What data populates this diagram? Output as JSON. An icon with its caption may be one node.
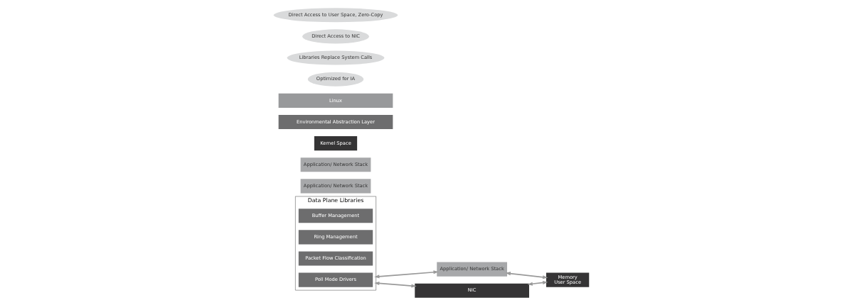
{
  "diagram": {
    "nodes": [
      {
        "text": [
          "Data Plane Libraries"
        ]
      },
      {
        "text": [
          "Buffer Management"
        ],
        "in": 0
      },
      {
        "text": [
          "Ring Management"
        ],
        "in": 0
      },
      {
        "text": [
          "Packet Flow Classification"
        ],
        "in": 0
      },
      {
        "text": [
          "Poll Mode Drivers"
        ],
        "in": 0
      },
      {
        "text": [
          "Application/ Network Stack"
        ]
      },
      {
        "text": [
          "Application/ Network Stack"
        ]
      },
      {
        "text": [
          "Application/ Network Stack"
        ]
      },
      {
        "text": [
          "Memory",
          "User Space"
        ]
      },
      {
        "text": [
          "Kernel Space"
        ]
      },
      {
        "text": [
          "Environmental Abstraction Layer"
        ]
      },
      {
        "text": [
          "Linux"
        ]
      },
      {
        "text": [
          "NIC"
        ]
      },
      {
        "text": [
          "Optimized for IA"
        ]
      },
      {
        "text": [
          "Libraries Replace System Calls"
        ]
      },
      {
        "text": [
          "Direct Access to NIC"
        ]
      },
      {
        "text": [
          "Direct Access to User Space, Zero-Copy"
        ]
      }
    ],
    "edges": [
      {
        "from": 0,
        "to": 6,
        "arrow": "both"
      },
      {
        "from": 6,
        "to": 8,
        "arrow": "both"
      },
      {
        "from": 12,
        "to": 8,
        "arrow": "both"
      },
      {
        "from": 0,
        "to": 12,
        "arrow": "both"
      }
    ]
  }
}
